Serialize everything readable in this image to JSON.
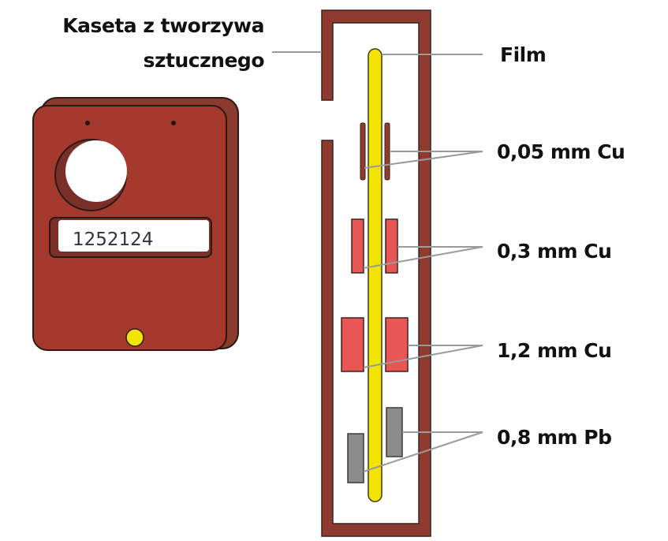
{
  "labels": {
    "cassette_line1": "Kaseta z tworzywa",
    "cassette_line2": "sztucznego",
    "film": "Film",
    "filter_1": "0,05 mm Cu",
    "filter_2": "0,3 mm Cu",
    "filter_3": "1,2 mm Cu",
    "filter_4": "0,8 mm Pb"
  },
  "badge": {
    "serial_number": "1252124"
  },
  "colors": {
    "cassette": "#8f3b2f",
    "badge_body": "#a6392d",
    "film": "#f2e400",
    "copper_filter": "#e85656",
    "lead_filter": "#8c8c8c",
    "leader_line": "#9a9a9a"
  }
}
